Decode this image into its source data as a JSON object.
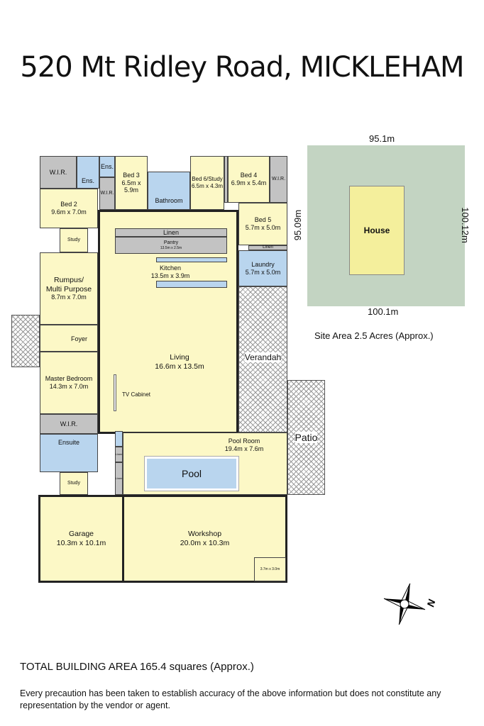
{
  "title": "520 Mt Ridley Road, MICKLEHAM",
  "colors": {
    "room": "#fcf8c6",
    "wet": "#b9d5ee",
    "storage": "#c3c3c3",
    "site": "#c3d4c2",
    "house": "#f4ef9c"
  },
  "rooms": {
    "wir1": {
      "name": "W.I.R."
    },
    "ens1": {
      "name": "Ens."
    },
    "ens2": {
      "name": "Ens."
    },
    "wir2": {
      "name": "W.I.R."
    },
    "bed3": {
      "name": "Bed 3",
      "dim": "6.5m x 5.9m"
    },
    "bathroom": {
      "name": "Bathroom"
    },
    "bed6": {
      "name": "Bed 6/Study",
      "dim": "6.5m x 4.3m"
    },
    "bed4": {
      "name": "Bed 4",
      "dim": "6.9m x 5.4m"
    },
    "wir3": {
      "name": "W.I.R."
    },
    "bed2": {
      "name": "Bed 2",
      "dim": "9.6m x 7.0m"
    },
    "bed5": {
      "name": "Bed 5",
      "dim": "5.7m x 5.0m"
    },
    "linen2": {
      "name": "Linen"
    },
    "laundry": {
      "name": "Laundry",
      "dim": "5.7m x 5.0m"
    },
    "study1": {
      "name": "Study"
    },
    "linen1": {
      "name": "Linen"
    },
    "pantry": {
      "name": "Pantry",
      "dim": "13.5m x 2.5m"
    },
    "kitchen": {
      "name": "Kitchen",
      "dim": "13.5m x 3.9m"
    },
    "rumpus": {
      "name": "Rumpus/\nMulti Purpose",
      "dim": "8.7m x 7.0m"
    },
    "foyer": {
      "name": "Foyer"
    },
    "living": {
      "name": "Living",
      "dim": "16.6m x 13.5m"
    },
    "verandah": {
      "name": "Verandah"
    },
    "master": {
      "name": "Master Bedroom",
      "dim": "14.3m x 7.0m"
    },
    "tv": {
      "name": "TV Cabinet"
    },
    "wir4": {
      "name": "W.I.R."
    },
    "patio": {
      "name": "Patio"
    },
    "poolroom": {
      "name": "Pool Room",
      "dim": "19.4m x 7.6m"
    },
    "pool": {
      "name": "Pool"
    },
    "ensuite": {
      "name": "Ensuite"
    },
    "linen3": {
      "name": "Linen"
    },
    "linen4": {
      "name": "Linen"
    },
    "study2": {
      "name": "Study"
    },
    "garage": {
      "name": "Garage",
      "dim": "10.3m x 10.1m"
    },
    "workshop": {
      "name": "Workshop",
      "dim": "20.0m x 10.3m"
    },
    "store": {
      "dim": "3.7m x 3.0m"
    }
  },
  "site": {
    "top": "95.1m",
    "bottom": "100.1m",
    "left": "95.09m",
    "right": "100.12m",
    "house": "House",
    "area": "Site Area 2.5 Acres (Approx.)"
  },
  "compass": {
    "label": "N",
    "icon": "compass-rose-icon"
  },
  "total": "TOTAL BUILDING AREA 165.4 squares (Approx.)",
  "disclaimer": "Every precaution has been taken to establish accuracy of the above information but does not constitute any representation by the vendor or agent."
}
